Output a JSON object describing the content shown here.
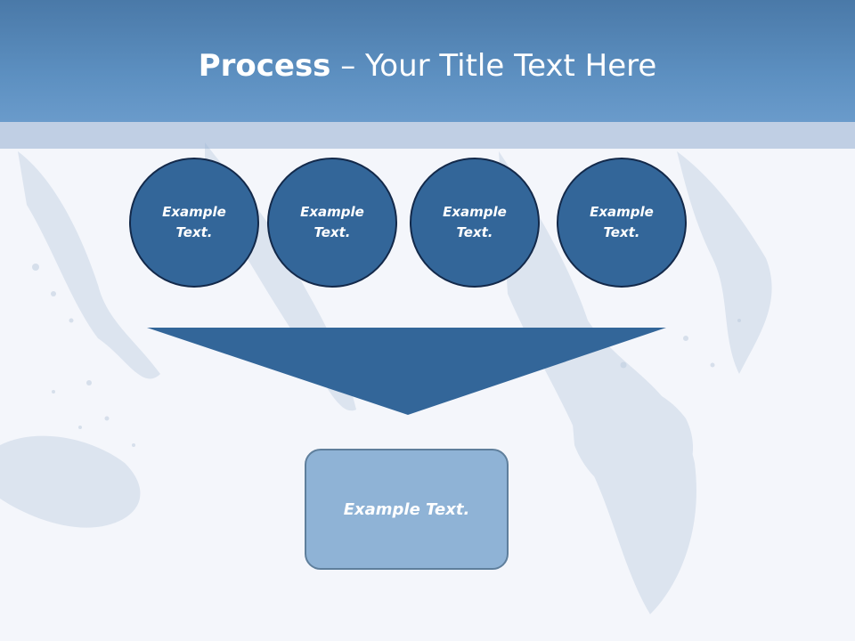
{
  "slide": {
    "title_bold": "Process",
    "title_rest": " – Your Title Text Here"
  },
  "circles": [
    {
      "label": "Example Text."
    },
    {
      "label": "Example Text."
    },
    {
      "label": "Example Text."
    },
    {
      "label": "Example Text."
    }
  ],
  "result": {
    "label": "Example Text."
  },
  "colors": {
    "header": "#5c8fc0",
    "circle_fill": "#336699",
    "funnel_fill": "#336699",
    "result_fill": "#8fb3d6"
  }
}
